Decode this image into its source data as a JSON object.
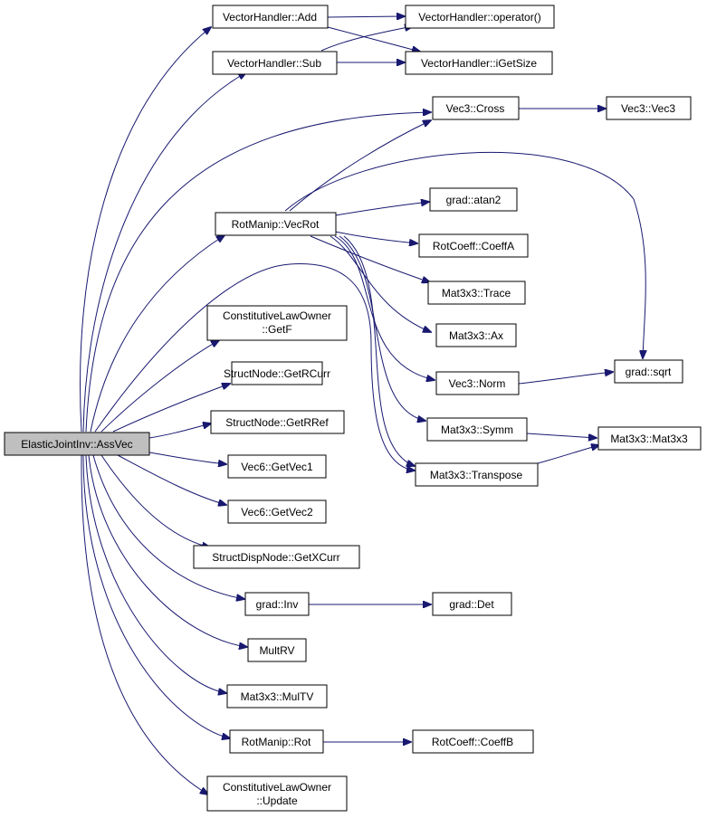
{
  "nodes": {
    "root": "ElasticJointInv::AssVec",
    "vh_add": "VectorHandler::Add",
    "vh_sub": "VectorHandler::Sub",
    "vh_op": "VectorHandler::operator()",
    "vh_size": "VectorHandler::iGetSize",
    "vec3_cross": "Vec3::Cross",
    "vec3_vec3": "Vec3::Vec3",
    "rotmanip_vecrot": "RotManip::VecRot",
    "grad_atan2": "grad::atan2",
    "rotcoeff_coeffa": "RotCoeff::CoeffA",
    "mat_trace": "Mat3x3::Trace",
    "clo_getf_1": "ConstitutiveLawOwner",
    "clo_getf_2": "::GetF",
    "mat_ax": "Mat3x3::Ax",
    "grad_sqrt": "grad::sqrt",
    "structnode_getrcurr": "StructNode::GetRCurr",
    "vec3_norm": "Vec3::Norm",
    "structnode_getrref": "StructNode::GetRRef",
    "mat_symm": "Mat3x3::Symm",
    "mat_mat3x3": "Mat3x3::Mat3x3",
    "vec6_getvec1": "Vec6::GetVec1",
    "mat_transpose": "Mat3x3::Transpose",
    "vec6_getvec2": "Vec6::GetVec2",
    "structdisp_getxcurr": "StructDispNode::GetXCurr",
    "grad_inv": "grad::Inv",
    "grad_det": "grad::Det",
    "multrv": "MultRV",
    "mat_multv": "Mat3x3::MulTV",
    "rotmanip_rot": "RotManip::Rot",
    "rotcoeff_coeffb": "RotCoeff::CoeffB",
    "clo_update_1": "ConstitutiveLawOwner",
    "clo_update_2": "::Update"
  },
  "colors": {
    "edge": "#191970",
    "root_fill": "#bfbfbf",
    "node_fill": "#ffffff",
    "node_border": "#000000"
  }
}
